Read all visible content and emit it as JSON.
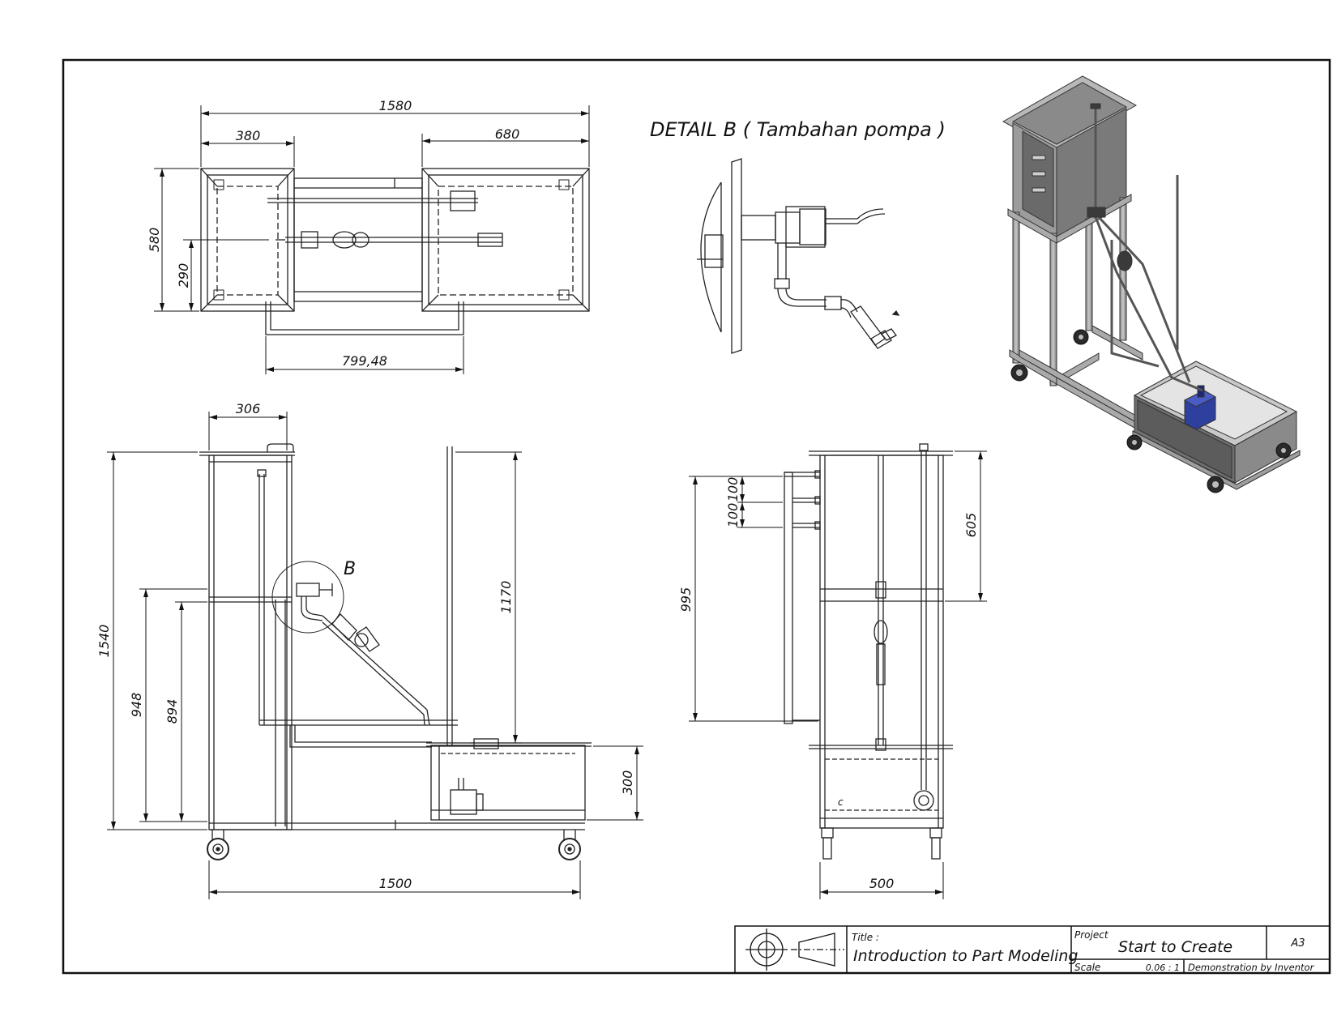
{
  "drawing": {
    "detail_title": "DETAIL B ( Tambahan pompa )",
    "detail_callout": "B",
    "note_c": "c",
    "top_view": {
      "dims": {
        "total_length": "1580",
        "left_tank": "380",
        "right_tank": "680",
        "depth": "580",
        "half_depth": "290",
        "connector": "799,48"
      }
    },
    "front_view": {
      "dims": {
        "tank_width": "306",
        "total_height": "1540",
        "height_948": "948",
        "height_894": "894",
        "rod_height": "1170",
        "tray_height": "300",
        "base_length": "1500"
      }
    },
    "side_view": {
      "dims": {
        "spacing_1": "100",
        "spacing_2": "100",
        "height_995": "995",
        "height_605": "605",
        "base_width": "500"
      }
    },
    "iso_view": {
      "pump_color": "#2e3f9e",
      "frame_color": "#9a9a9a",
      "panel_color": "#7b7b7b"
    }
  },
  "title_block": {
    "title_label": "Title :",
    "title": "Introduction to Part Modeling",
    "project_label": "Project",
    "project": "Start to Create",
    "size": "A3",
    "scale_label": "Scale",
    "scale": "0.06 : 1",
    "credit": "Demonstration by Inventor"
  }
}
